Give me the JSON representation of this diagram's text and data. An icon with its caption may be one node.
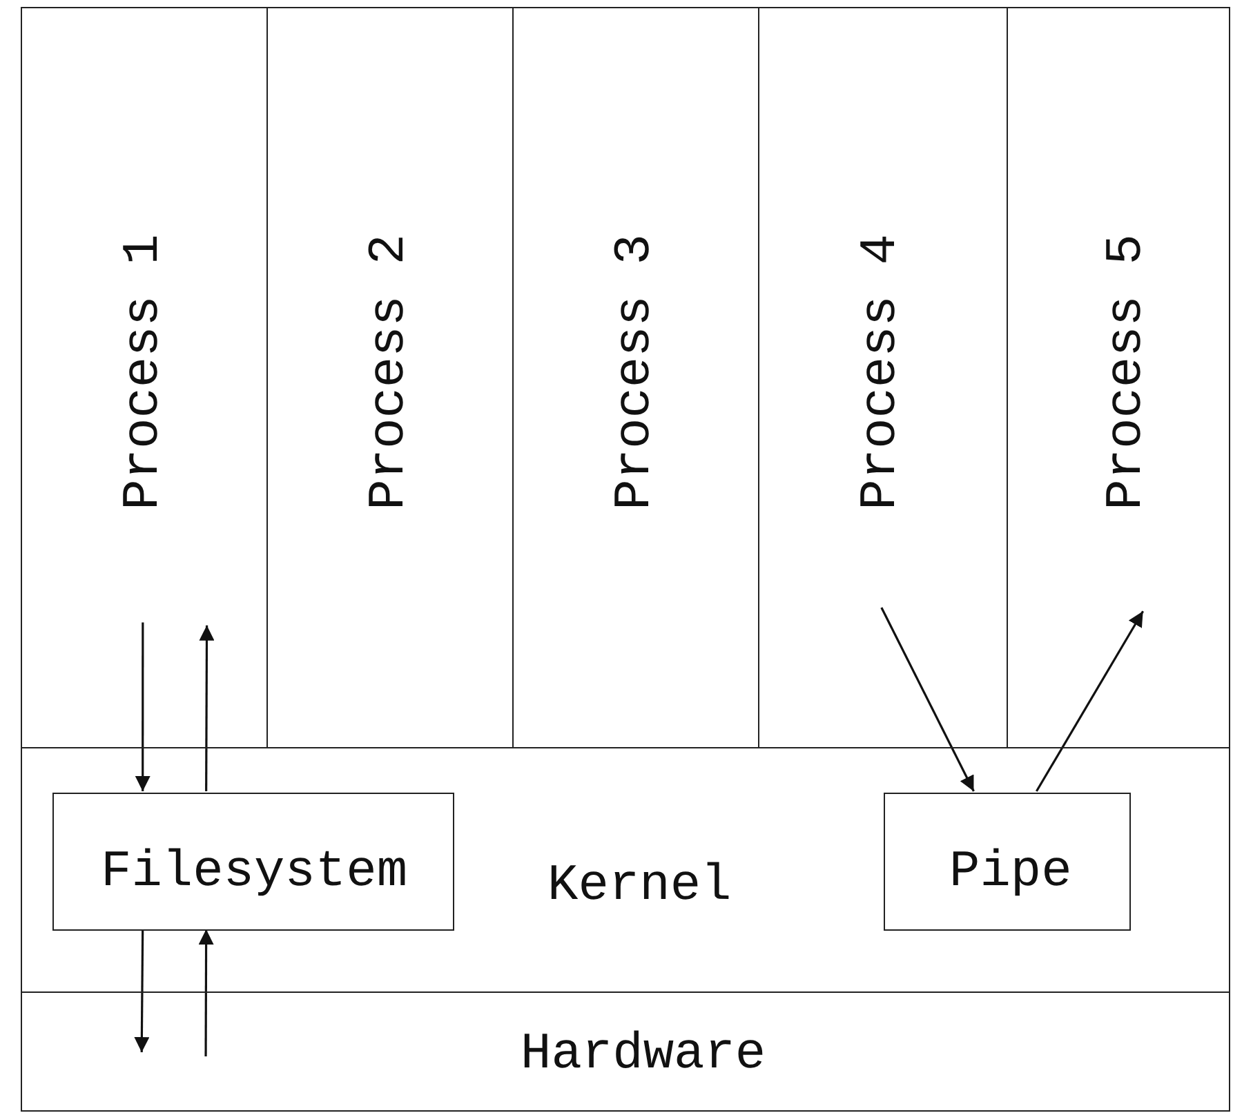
{
  "diagram": {
    "nodes": [
      {
        "text": [
          "Process 1"
        ]
      },
      {
        "text": [
          "Process 2"
        ]
      },
      {
        "text": [
          "Process 3"
        ]
      },
      {
        "text": [
          "Process 4"
        ]
      },
      {
        "text": [
          "Process 5"
        ]
      },
      {
        "text": [
          "Kernel"
        ]
      },
      {
        "text": [
          "Filesystem"
        ],
        "in": 5
      },
      {
        "text": [
          "Pipe"
        ],
        "in": 5
      },
      {
        "text": [
          "Hardware"
        ]
      }
    ],
    "edges": [
      {
        "from": 0,
        "to": 6,
        "arrow": "to"
      },
      {
        "from": 6,
        "to": 0,
        "arrow": "to"
      },
      {
        "from": 6,
        "to": 8,
        "arrow": "to"
      },
      {
        "from": 8,
        "to": 6,
        "arrow": "to"
      },
      {
        "from": 3,
        "to": 7,
        "arrow": "to"
      },
      {
        "from": 7,
        "to": 4,
        "arrow": "to"
      }
    ]
  }
}
